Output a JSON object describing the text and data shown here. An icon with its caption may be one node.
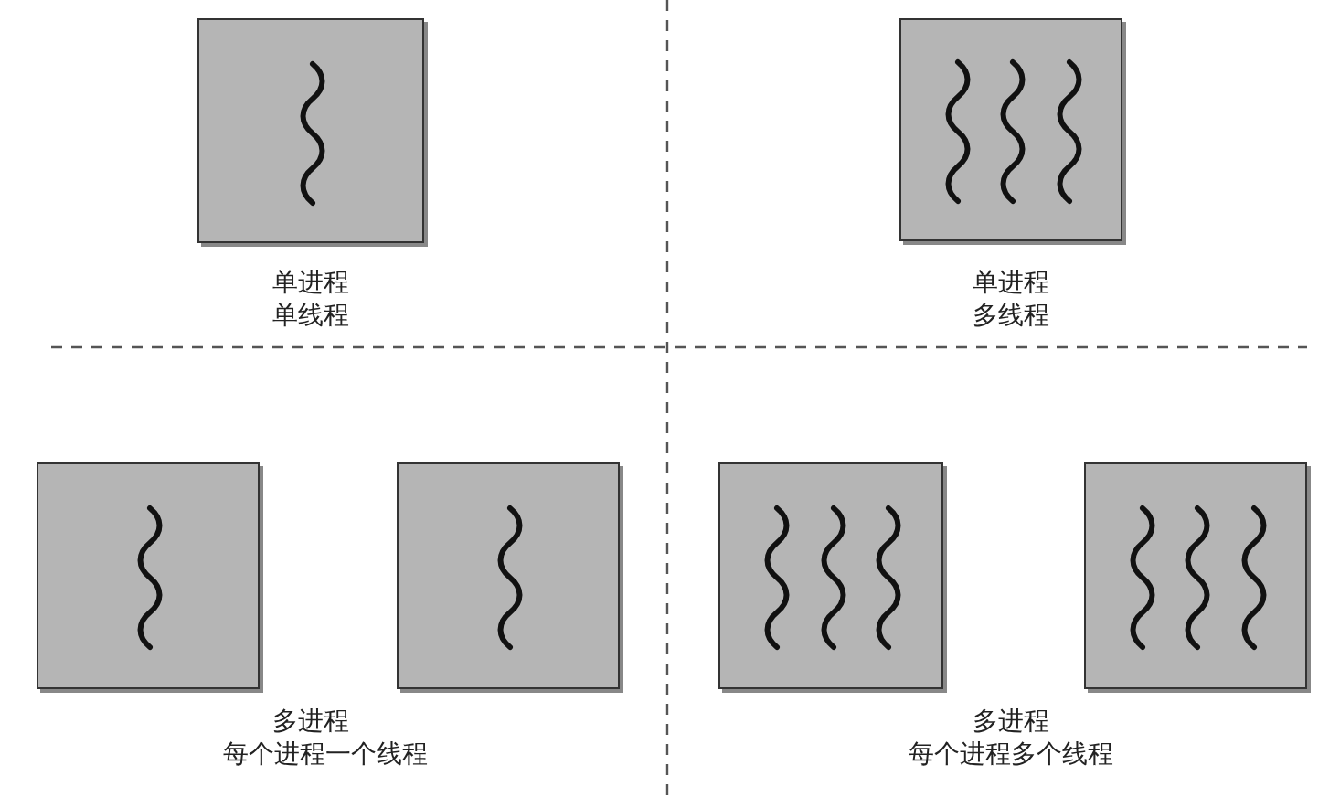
{
  "diagram": {
    "nodes": [
      {
        "text": [],
        "shape": "box",
        "beside": [
          "单进程",
          "单线程"
        ]
      },
      {
        "text": [],
        "shape": "box",
        "beside": [
          "单进程",
          "多线程"
        ]
      },
      {
        "text": [],
        "shape": "box"
      },
      {
        "text": [],
        "shape": "box"
      },
      {
        "text": [],
        "shape": "box"
      },
      {
        "text": [],
        "shape": "box"
      }
    ],
    "edges": [],
    "labels": [
      "多进程",
      "每个进程一个线程",
      "多进程",
      "每个进程多个线程"
    ]
  }
}
